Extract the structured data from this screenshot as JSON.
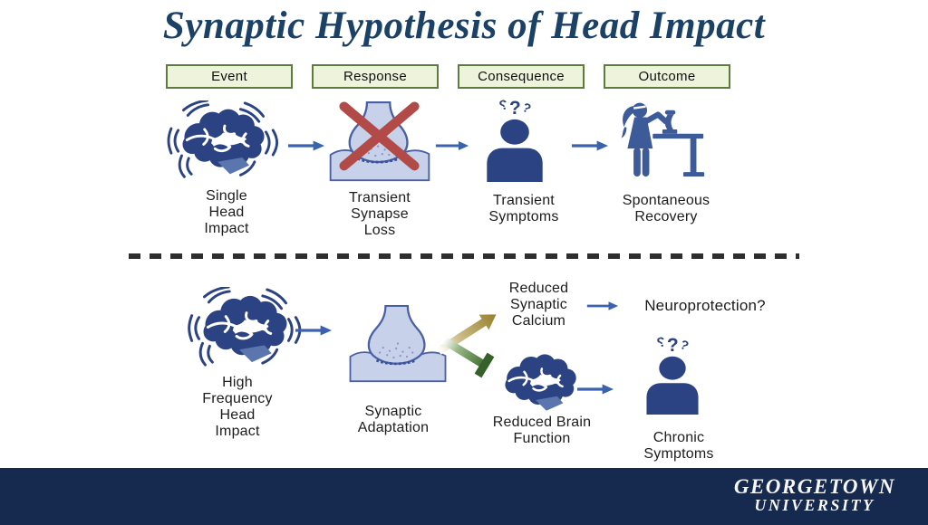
{
  "title": "Synaptic Hypothesis of Head Impact",
  "columns": {
    "event": "Event",
    "response": "Response",
    "consequence": "Consequence",
    "outcome": "Outcome"
  },
  "row1": {
    "impact_label": "Single\nHead\nImpact",
    "synapse_label": "Transient\nSynapse\nLoss",
    "symptoms_label": "Transient\nSymptoms",
    "recovery_label": "Spontaneous\nRecovery"
  },
  "row2": {
    "impact_label": "High\nFrequency\nHead\nImpact",
    "synapse_label": "Synaptic\nAdaptation",
    "calcium_label": "Reduced\nSynaptic\nCalcium",
    "neuroprotection_label": "Neuroprotection?",
    "brain_function_label": "Reduced Brain\nFunction",
    "chronic_label": "Chronic\nSymptoms"
  },
  "icons": {
    "question_marks": [
      "?",
      "?",
      "?"
    ]
  },
  "footer": {
    "institution_line1": "GEORGETOWN",
    "institution_line2": "UNIVERSITY"
  },
  "colors": {
    "navy": "#2c4383",
    "title_navy": "#1b4166",
    "arrow_blue": "#3b62ac",
    "box_fill": "#eef3db",
    "box_border": "#5d7b3d",
    "synapse_fill": "#c7d1ea",
    "synapse_stroke": "#4a60a4",
    "x_red": "#b24a47",
    "gold": "#9c8434",
    "green": "#3c6a2c",
    "footer_navy": "#16294e",
    "dash_gray": "#2e2e2e"
  }
}
